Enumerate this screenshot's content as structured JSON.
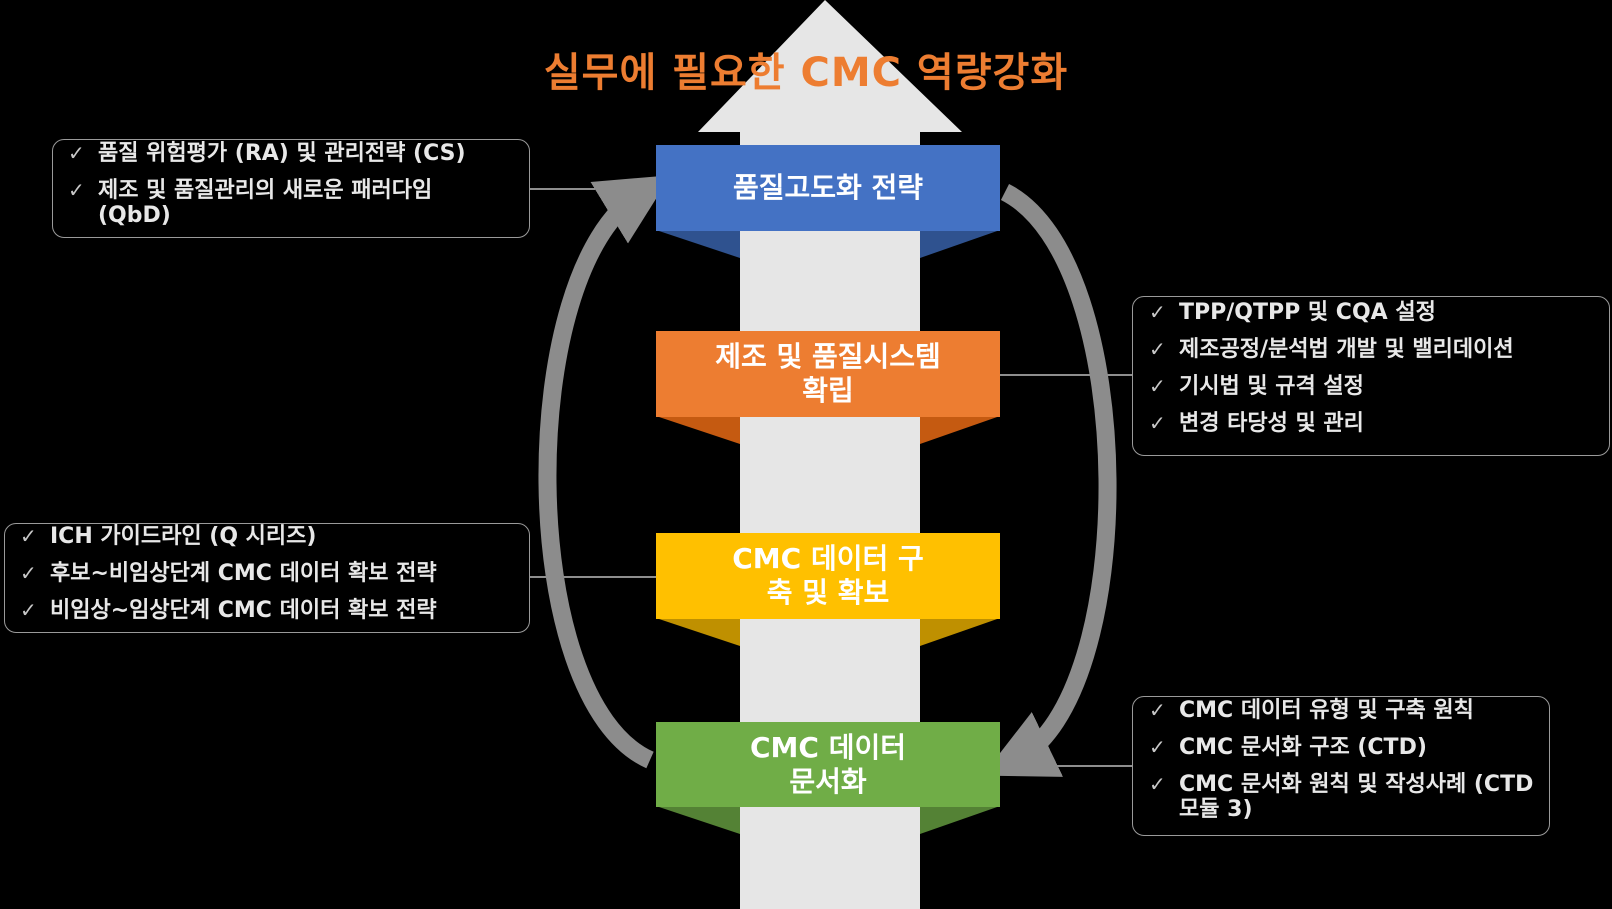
{
  "title": "실무에 필요한 CMC 역량강화",
  "colors": {
    "title": "#ed7d31",
    "up_arrow": "#e6e6e6",
    "cycle_arrow": "#8c8c8c",
    "step1": "#4472c4",
    "step2": "#ed7d31",
    "step3": "#ffc000",
    "step4": "#70ad47"
  },
  "steps": [
    {
      "label": "품질고도화 전략"
    },
    {
      "label": "제조 및 품질시스템 확립"
    },
    {
      "label": "CMC 데이터 구축 및 확보"
    },
    {
      "label": "CMC 데이터 문서화"
    }
  ],
  "notes": {
    "quality_strategy": [
      "품질 위험평가 (RA) 및 관리전략 (CS)",
      "제조 및 품질관리의 새로운 패러다임 (QbD)"
    ],
    "manufacturing_system": [
      "TPP/QTPP 및 CQA 설정",
      "제조공정/분석법 개발 및 밸리데이션",
      "기시법 및 규격 설정",
      "변경 타당성 및 관리"
    ],
    "data_acquisition": [
      "ICH 가이드라인 (Q 시리즈)",
      "후보~비임상단계 CMC 데이터 확보 전략",
      "비임상~임상단계 CMC 데이터 확보 전략"
    ],
    "documentation": [
      "CMC 데이터 유형 및 구축 원칙",
      "CMC 문서화 구조 (CTD)",
      "CMC 문서화 원칙 및 작성사례 (CTD 모듈 3)"
    ]
  },
  "icons": {
    "check": "✓"
  }
}
